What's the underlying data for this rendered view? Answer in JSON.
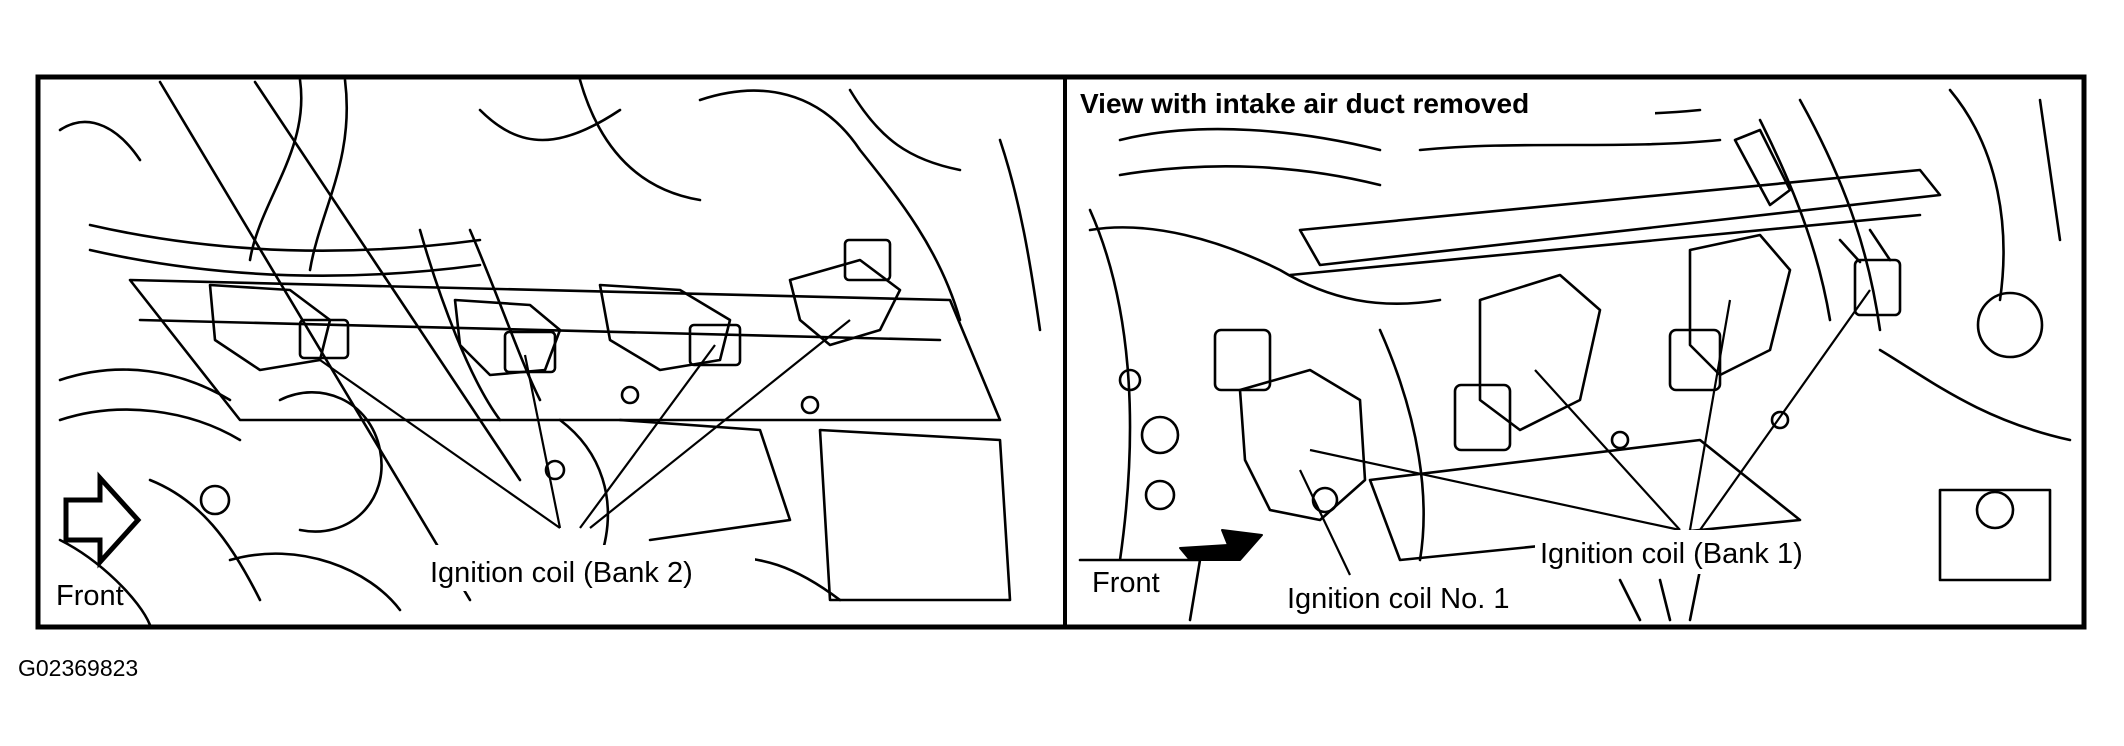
{
  "left_panel": {
    "callout": "Ignition coil (Bank 2)",
    "front_label": "Front"
  },
  "right_panel": {
    "heading": "View with intake air duct removed",
    "callout_bank1": "Ignition coil (Bank 1)",
    "callout_no1": "Ignition coil No. 1",
    "front_label": "Front"
  },
  "figure_code": "G02369823",
  "colors": {
    "ink": "#000000",
    "paper": "#ffffff"
  }
}
